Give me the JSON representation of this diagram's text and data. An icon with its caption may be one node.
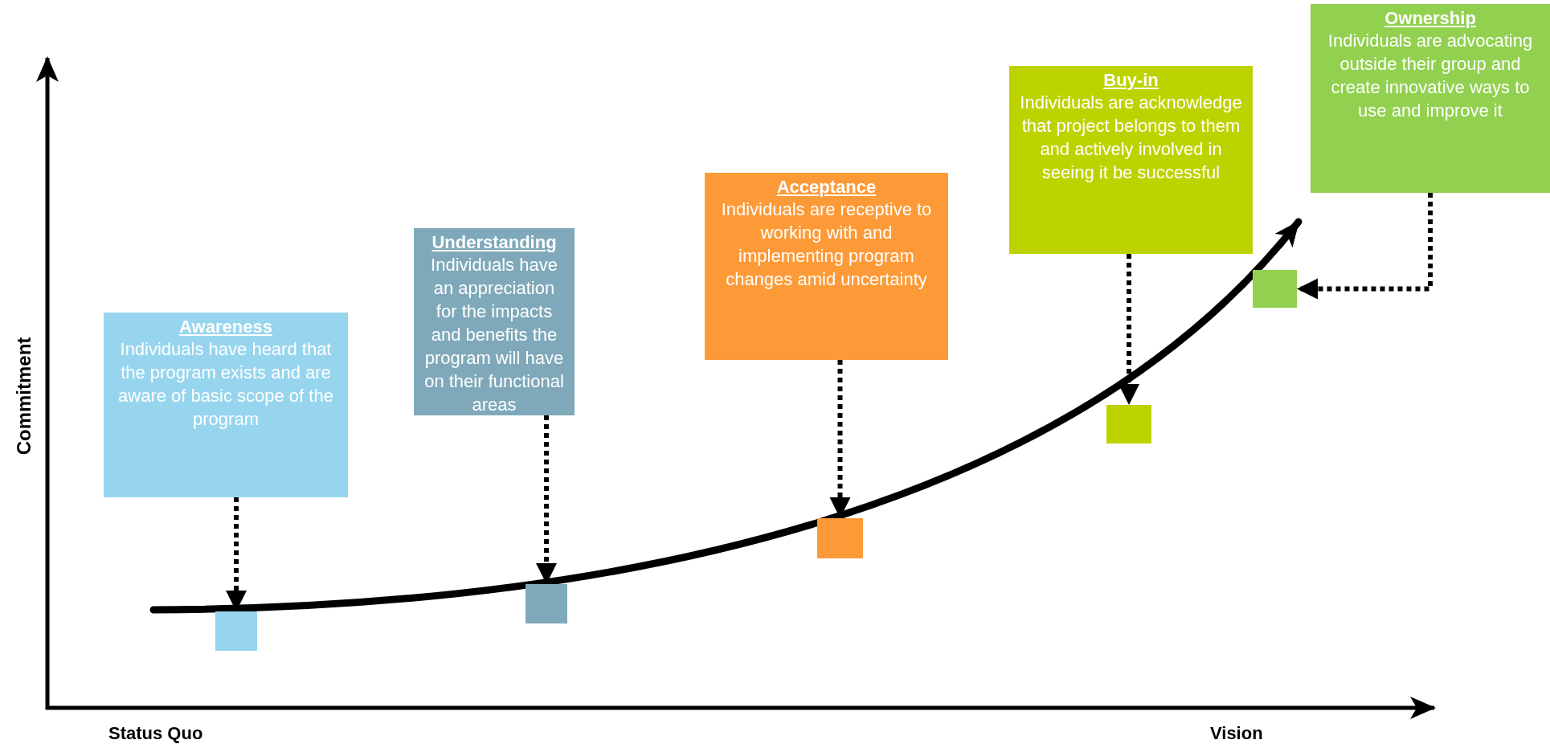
{
  "diagram": {
    "nodes": [
      {
        "text": [
          "Awareness",
          "Individuals have heard that the program exists and are aware of basic scope of the program"
        ]
      },
      {
        "text": [
          "Understanding",
          "Individuals have an appreciation for the impacts and benefits the program will have on their functional areas"
        ]
      },
      {
        "text": [
          "Acceptance",
          "Individuals are receptive to working with and implementing program changes amid uncertainty"
        ]
      },
      {
        "text": [
          "Buy-in",
          "Individuals are acknowledge that project belongs to them and actively involved in seeing it be successful"
        ]
      },
      {
        "text": [
          "Ownership",
          "Individuals are advocating outside their group and create innovative ways to use and improve it"
        ]
      },
      {
        "text": [],
        "shape": "box"
      },
      {
        "text": [],
        "shape": "box"
      },
      {
        "text": [],
        "shape": "box"
      },
      {
        "text": [],
        "shape": "box"
      },
      {
        "text": [],
        "shape": "box"
      }
    ],
    "edges": [
      {
        "from": 0,
        "to": 5,
        "arrow": "to",
        "style": "dashed"
      },
      {
        "from": 1,
        "to": 6,
        "arrow": "to",
        "style": "dashed"
      },
      {
        "from": 2,
        "to": 7,
        "arrow": "to",
        "style": "dashed"
      },
      {
        "from": 3,
        "to": 8,
        "arrow": "to",
        "style": "dashed"
      },
      {
        "from": 4,
        "to": 9,
        "arrow": "to",
        "style": "dashed"
      }
    ],
    "labels": [
      "Commitment",
      "Status Quo",
      "Vision"
    ]
  }
}
